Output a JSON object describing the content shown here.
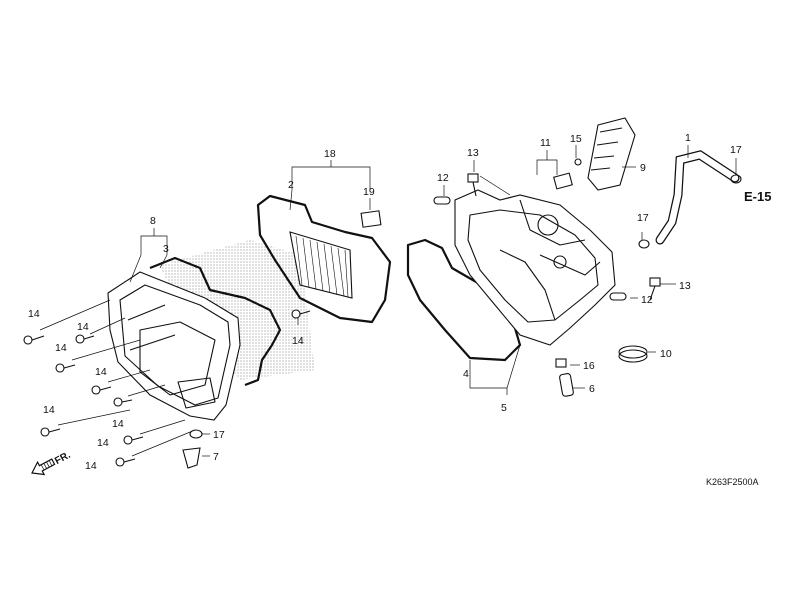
{
  "labels": {
    "p1": "1",
    "p2": "2",
    "p3": "3",
    "p4": "4",
    "p5": "5",
    "p6": "6",
    "p7": "7",
    "p8": "8",
    "p9": "9",
    "p10": "10",
    "p11": "11",
    "p12a": "12",
    "p12b": "12",
    "p13a": "13",
    "p13b": "13",
    "p14a": "14",
    "p14b": "14",
    "p14c": "14",
    "p14d": "14",
    "p14e": "14",
    "p14f": "14",
    "p14g": "14",
    "p14h": "14",
    "p14i": "14",
    "p15": "15",
    "p16": "16",
    "p17a": "17",
    "p17b": "17",
    "p17c": "17",
    "p18": "18",
    "p19": "19"
  },
  "reference": "E-15",
  "direction": "FR.",
  "diagram_code": "K263F2500A"
}
